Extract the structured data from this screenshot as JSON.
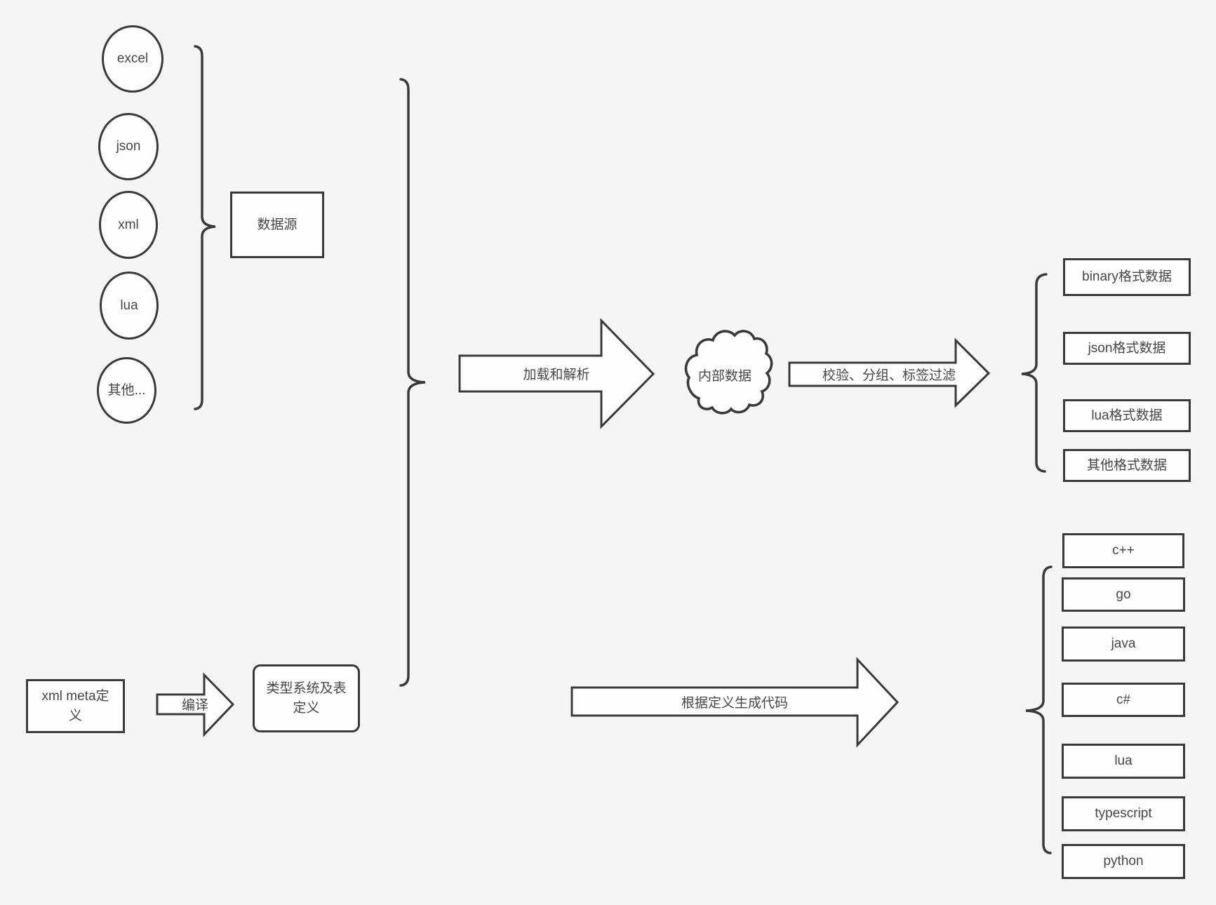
{
  "colors": {
    "background": "#f5f5f5",
    "fill": "#fdfdfd",
    "stroke": "#3a3a3a",
    "text": "#474747"
  },
  "sources": {
    "nodes": [
      "excel",
      "json",
      "xml",
      "lua",
      "其他..."
    ],
    "group_box": "数据源"
  },
  "load_arrow": {
    "label": "加载和解析"
  },
  "internal_data": {
    "label": "内部数据"
  },
  "filter_arrow": {
    "label": "校验、分组、标签过滤"
  },
  "data_outputs": [
    "binary格式数据",
    "json格式数据",
    "lua格式数据",
    "其他格式数据"
  ],
  "meta_flow": {
    "xml_meta_box": "xml meta定\n义",
    "compile_arrow": "编译",
    "type_system_box": "类型系统及表\n定义",
    "generate_arrow": "根据定义生成代码"
  },
  "languages": [
    "c++",
    "go",
    "java",
    "c#",
    "lua",
    "typescript",
    "python"
  ]
}
